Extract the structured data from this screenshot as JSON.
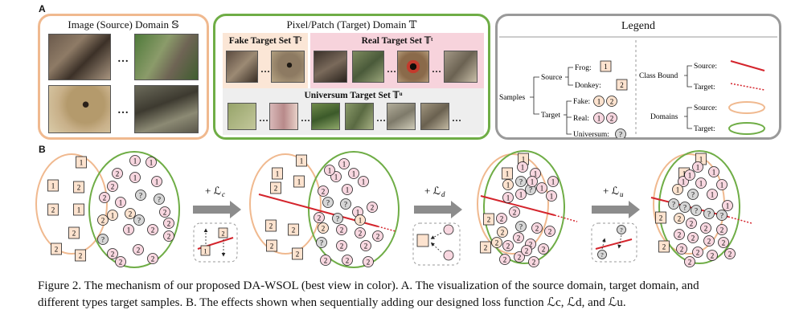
{
  "figure": {
    "panel_a_letter": "A",
    "panel_b_letter": "B",
    "source_domain": {
      "title": "Image (Source) Domain 𝕊",
      "ellipsis": "…"
    },
    "target_domain": {
      "title": "Pixel/Patch (Target) Domain 𝕋",
      "fake_title": "Fake Target Set 𝕋ᶠ",
      "real_title": "Real Target Set 𝕋ᵗ",
      "universum_title": "Universum Target Set 𝕋ᵘ",
      "ellipsis": "…"
    },
    "legend": {
      "title": "Legend",
      "samples": "Samples",
      "source": "Source",
      "frog": "Frog:",
      "donkey": "Donkey:",
      "target": "Target",
      "fake": "Fake:",
      "real": "Real:",
      "universum": "Universum:",
      "class_bound": "Class Bound",
      "cb_source": "Source:",
      "cb_target": "Target:",
      "domains": "Domains",
      "dom_source": "Source:",
      "dom_target": "Target:",
      "num1": "1",
      "num2": "2",
      "q": "?"
    },
    "steps": {
      "lc": "+ ℒ",
      "lc_sub": "c",
      "ld": "+ ℒ",
      "ld_sub": "d",
      "lu": "+ ℒ",
      "lu_sub": "u"
    },
    "colors": {
      "source_orange": "#f0b98f",
      "target_green": "#6fad46",
      "legend_gray": "#9a9a9a",
      "fake_bg": "#fbe6d6",
      "real_bg": "#f7d3dc",
      "universum_bg": "#eeeeee",
      "square_fill": "#fde3cf",
      "circle_pink": "#f8d7e0",
      "circle_gray": "#d6d6d6",
      "bound_red": "#d4242c",
      "arrow_gray": "#8c8c8c"
    },
    "icons": [
      "donkey-photo",
      "frog-photo",
      "patch-photo",
      "arrow-right-icon"
    ]
  },
  "caption": {
    "line1": "Figure 2. The mechanism of our proposed DA-WSOL (best view in color). A. The visualization of the source domain, target domain, and",
    "line2": "different types target samples. B. The effects shown when sequentially adding our designed loss function ℒc, ℒd, and ℒu."
  }
}
